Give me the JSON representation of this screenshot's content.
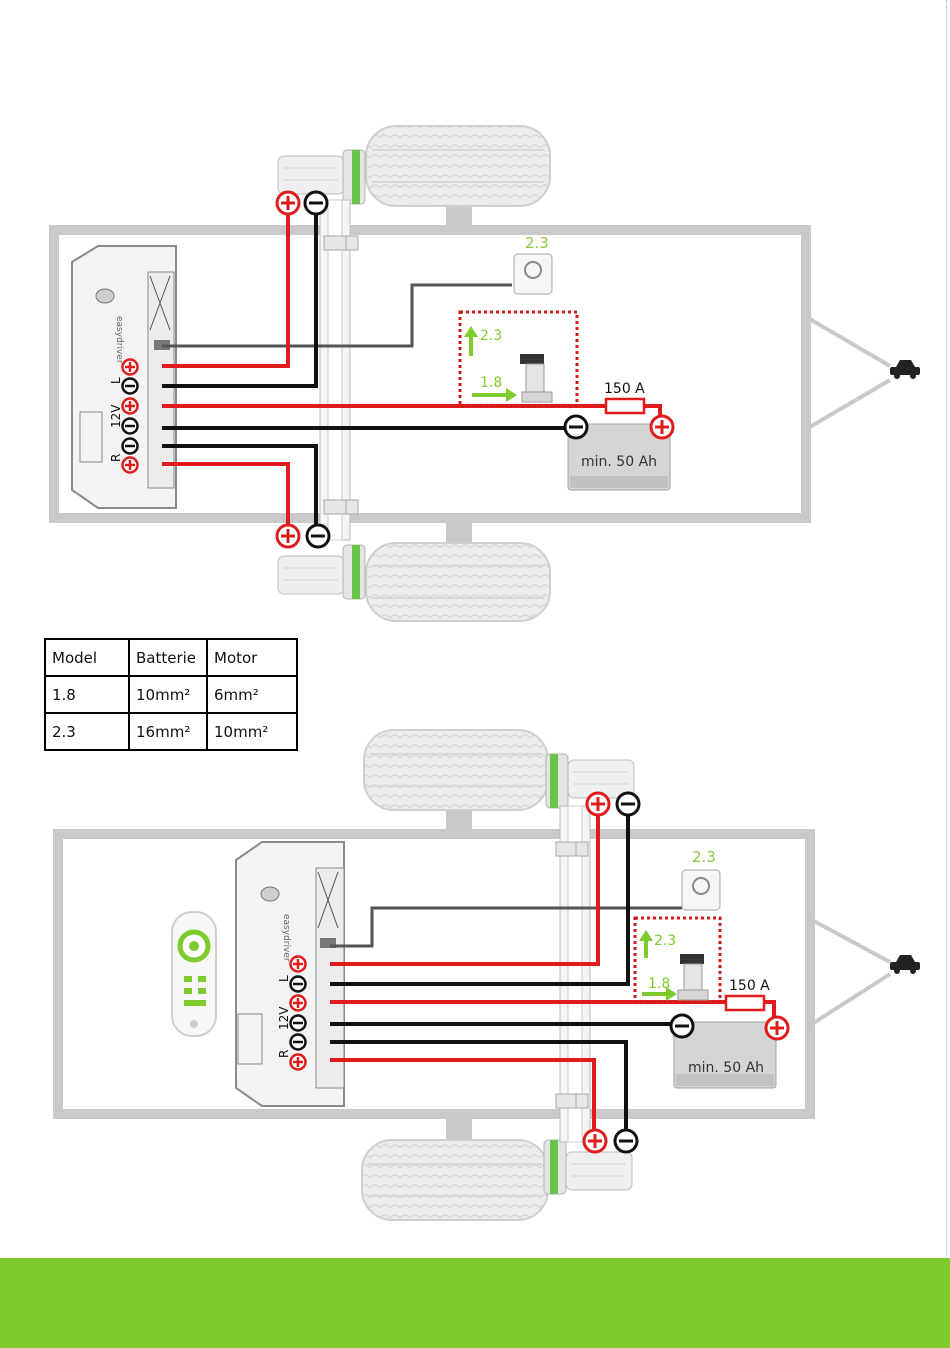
{
  "diagram1": {
    "switch_label": "2.3",
    "relay_up_label": "2.3",
    "relay_arrow_label": "1.8",
    "fuse_label": "150 A",
    "battery_label": "min. 50 Ah",
    "pin_l": "L",
    "pin_12v": "12V",
    "pin_r": "R"
  },
  "diagram2": {
    "switch_label": "2.3",
    "relay_up_label": "2.3",
    "relay_arrow_label": "1.8",
    "fuse_label": "150 A",
    "battery_label": "min. 50 Ah",
    "pin_l": "L",
    "pin_12v": "12V",
    "pin_r": "R"
  },
  "table": {
    "headers": [
      "Model",
      "Batterie",
      "Motor"
    ],
    "rows": [
      [
        "1.8",
        "10mm²",
        "6mm²"
      ],
      [
        "2.3",
        "16mm²",
        "10mm²"
      ]
    ]
  },
  "colors": {
    "wire_positive": "#e01b1b",
    "wire_negative": "#111111",
    "wire_switch": "#555555",
    "accent_green": "#7dcb2c",
    "chassis": "#c9c9c9"
  }
}
